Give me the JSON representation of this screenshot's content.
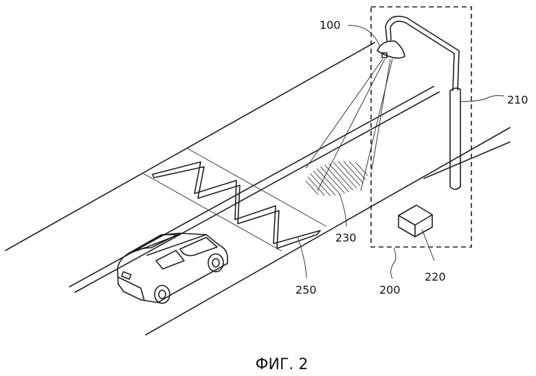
{
  "labels": {
    "lamp": "100",
    "system": "200",
    "pole": "210",
    "box": "220",
    "light_spot": "230",
    "zigzag": "250"
  },
  "caption": "ФИГ. 2"
}
